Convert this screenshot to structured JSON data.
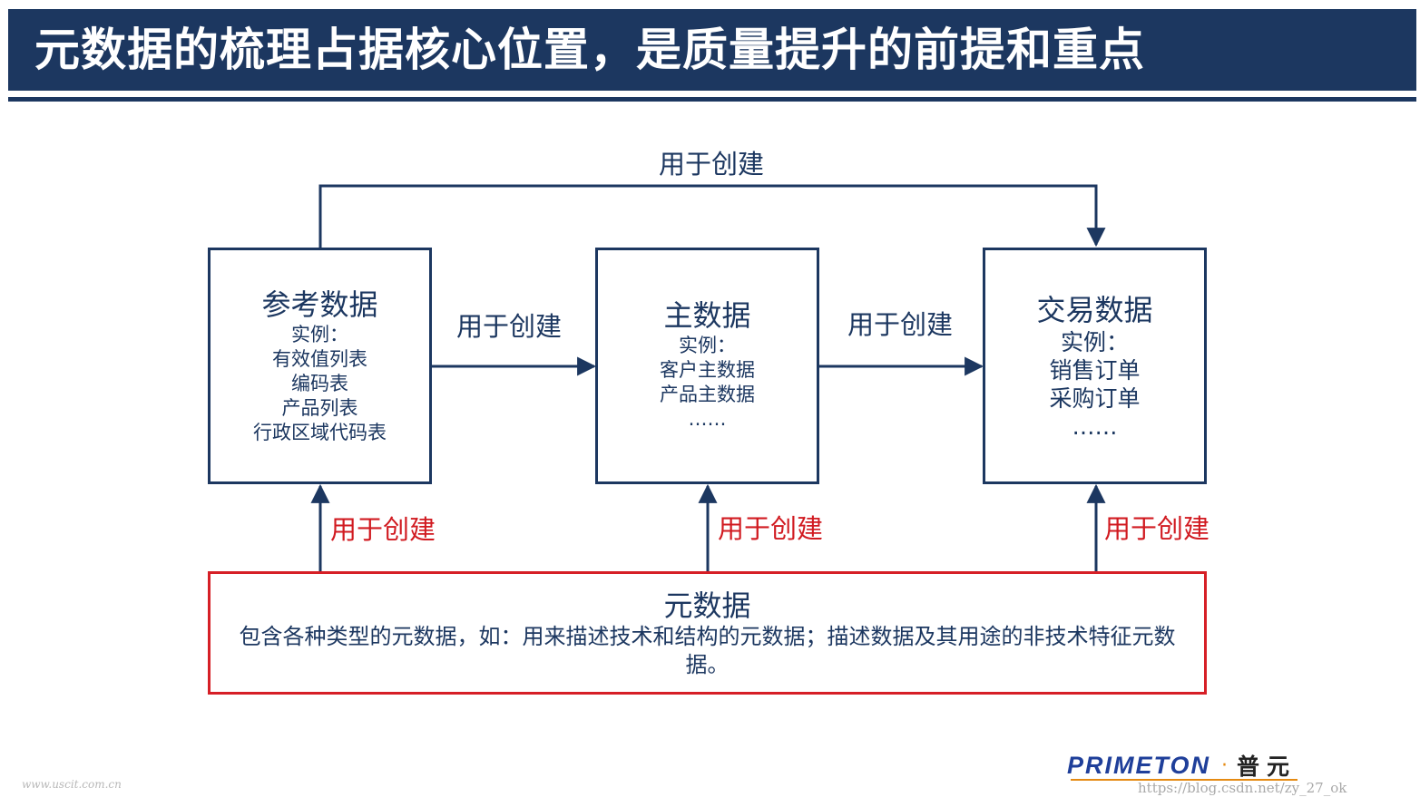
{
  "header": {
    "title": "元数据的梳理占据核心位置，是质量提升的前提和重点"
  },
  "boxes": {
    "reference": {
      "title": "参考数据",
      "lines": [
        "实例：",
        "有效值列表",
        "编码表",
        "产品列表",
        "行政区域代码表"
      ]
    },
    "master": {
      "title": "主数据",
      "lines": [
        "实例：",
        "客户主数据",
        "产品主数据",
        "……"
      ]
    },
    "transaction": {
      "title": "交易数据",
      "lines": [
        "实例：",
        "销售订单",
        "采购订单",
        "……"
      ]
    },
    "metadata": {
      "title": "元数据",
      "desc": "包含各种类型的元数据，如：用来描述技术和结构的元数据；描述数据及其用途的非技术特征元数据。"
    }
  },
  "edges": {
    "top": "用于创建",
    "ref_to_master": "用于创建",
    "master_to_trans": "用于创建",
    "meta_to_ref": "用于创建",
    "meta_to_master": "用于创建",
    "meta_to_trans": "用于创建"
  },
  "colors": {
    "navy": "#1c3760",
    "red": "#d61f26",
    "logo_blue": "#1f3f9a",
    "logo_orange": "#e58a12"
  },
  "footer": {
    "watermark_left": "www.uscit.com.cn",
    "watermark_right": "https://blog.csdn.net/zy_27_ok",
    "logo_word": "PRIMETON",
    "logo_dot": "·",
    "logo_cn": "普元"
  }
}
